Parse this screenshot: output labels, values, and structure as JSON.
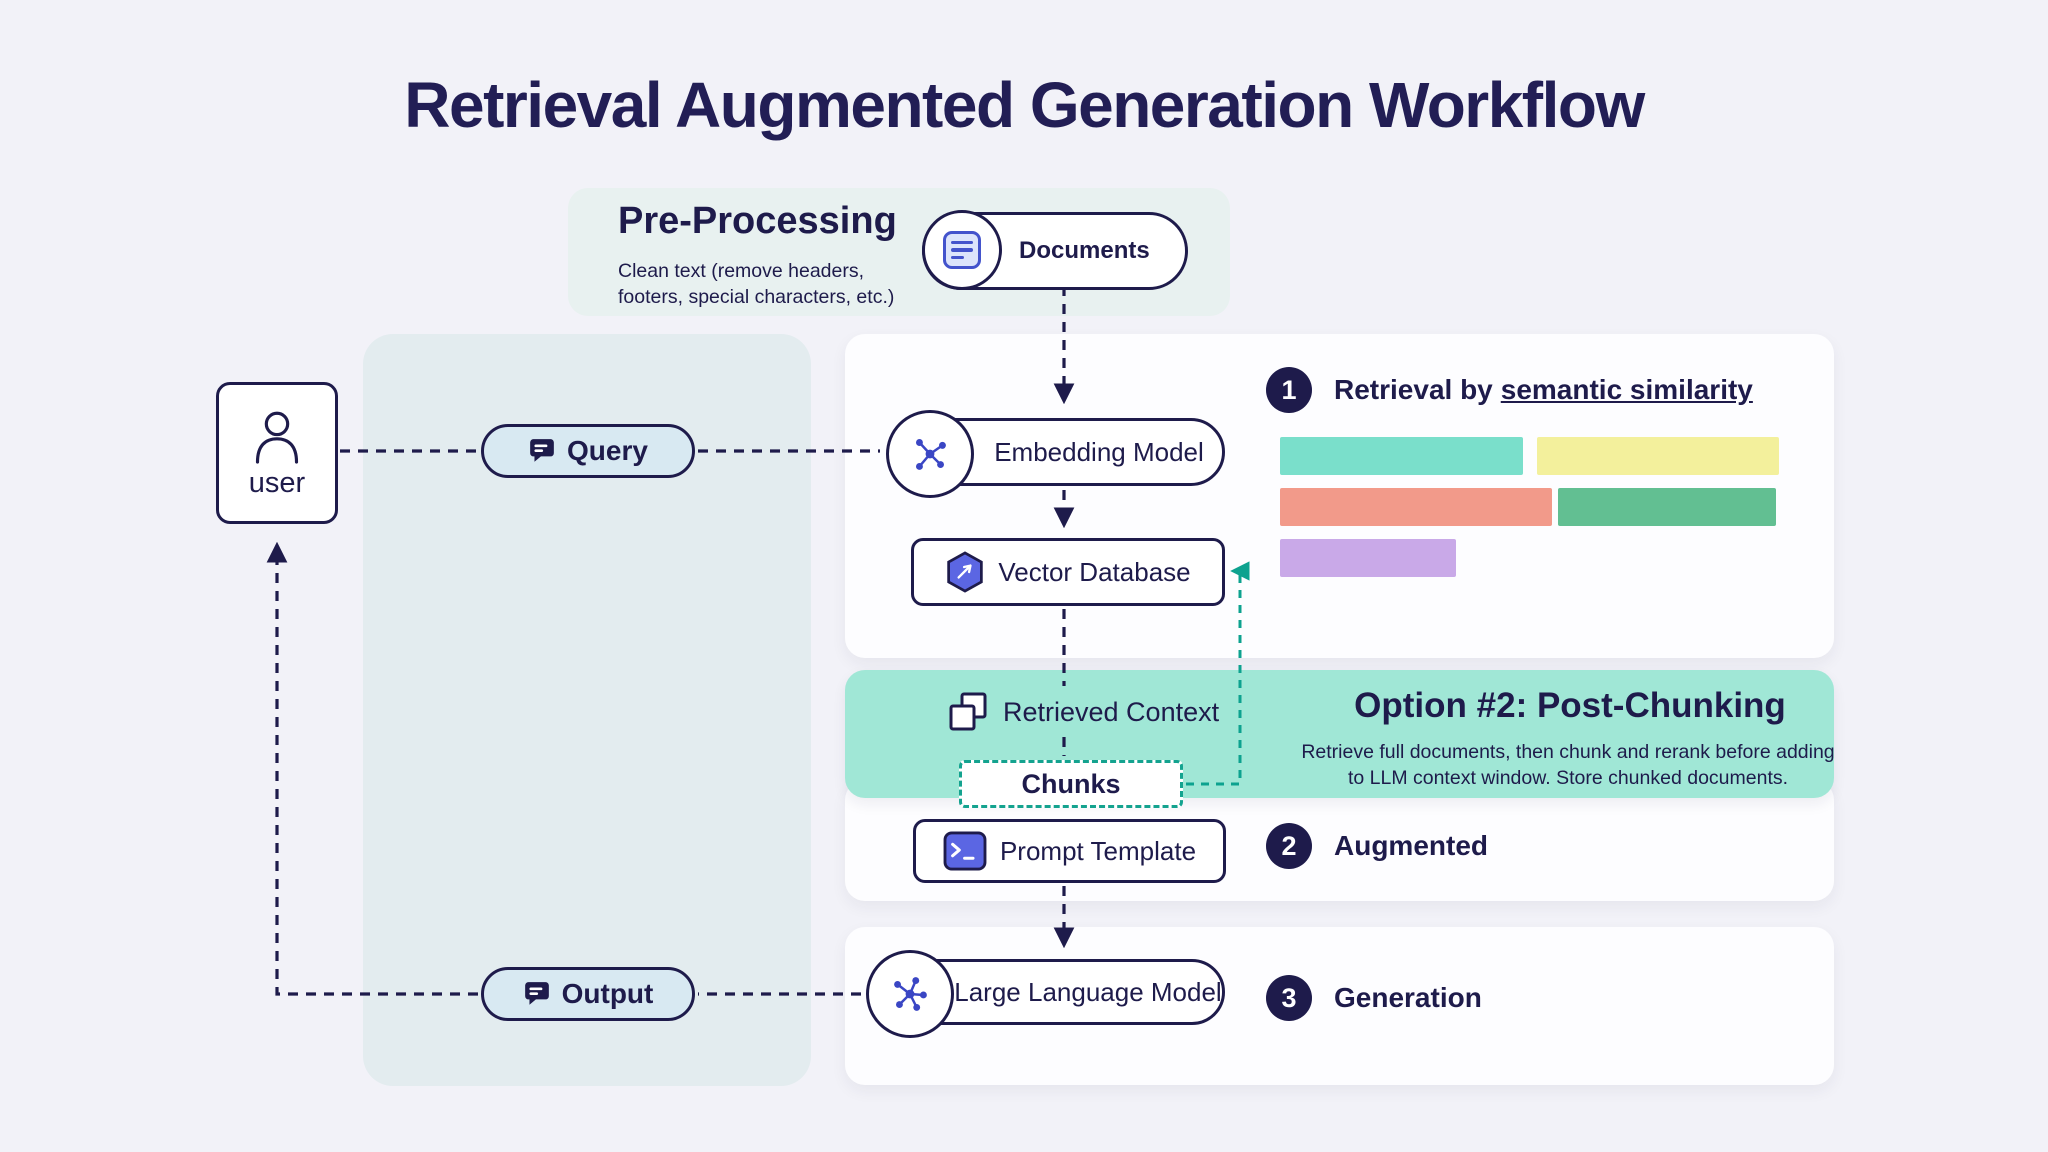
{
  "title": "Retrieval Augmented Generation Workflow",
  "preprocessing": {
    "heading": "Pre-Processing",
    "description_line1": "Clean text (remove headers,",
    "description_line2": "footers, special characters, etc.)",
    "documents_label": "Documents"
  },
  "nodes": {
    "user": "user",
    "query": "Query",
    "output": "Output",
    "embedding_model": "Embedding Model",
    "vector_database": "Vector Database",
    "retrieved_context": "Retrieved Context",
    "chunks": "Chunks",
    "prompt_template": "Prompt Template",
    "large_language_model": "Large Language Model"
  },
  "steps": {
    "retrieval": {
      "number": "1",
      "prefix": "Retrieval by",
      "emphasis": "semantic similarity"
    },
    "augmented": {
      "number": "2",
      "label": "Augmented"
    },
    "generation": {
      "number": "3",
      "label": "Generation"
    }
  },
  "option2": {
    "heading": "Option #2: Post-Chunking",
    "description_line1": "Retrieve full documents, then chunk and rerank before adding",
    "description_line2": "to LLM context window. Store chunked documents."
  },
  "chunk_bars": {
    "teal": "#7adfcb",
    "yellow": "#f3f09c",
    "salmon": "#f29a8a",
    "green": "#62bf92",
    "purple": "#c9a9e8"
  },
  "colors": {
    "navy": "#1e1b4b",
    "teal_panel": "#a0e7d6",
    "teal_arrow": "#0da28f",
    "icon_indigo": "#5b66e3",
    "background": "#f2f2f8"
  },
  "icons": {
    "user-icon": "person-outline",
    "chat-icon": "speech-bubble",
    "document-icon": "document-lines",
    "network-icon": "node-graph",
    "hexagon-icon": "hexagon-vector",
    "overlap-squares-icon": "copy-squares",
    "terminal-icon": "terminal-window"
  }
}
